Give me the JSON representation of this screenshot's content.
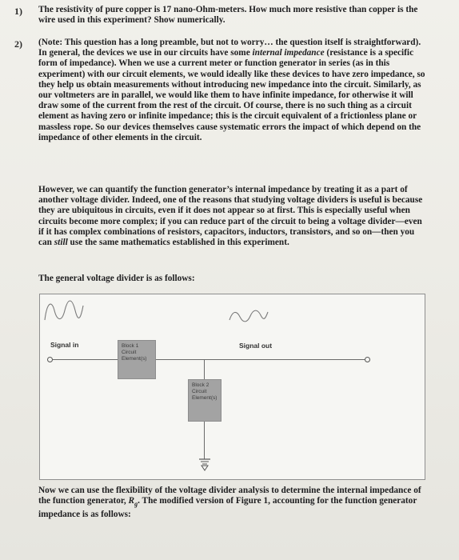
{
  "numbers": {
    "q1": "1)",
    "q2": "2)"
  },
  "q1": {
    "text": "The resistivity of pure copper is 17 nano-Ohm-meters. How much more resistive than copper is the wire used in this experiment? Show numerically."
  },
  "q2": {
    "p1_a": "(Note: This question has a long preamble, but not to worry… the question itself is straightforward). In general, the devices we use in our circuits have some ",
    "p1_em": "internal impedance",
    "p1_b": " (resistance is a specific form of impedance). When we use a current meter or function generator in series (as in this experiment) with our circuit elements, we would ideally like these devices to have zero impedance, so they help us obtain measurements without introducing new impedance into the circuit. Similarly, as our voltmeters are in parallel, we would like them to have infinite impedance, for otherwise it will draw some of the current from the rest of the circuit. Of course, there is no such thing as a circuit element as having zero or infinite impedance; this is the circuit equivalent of a frictionless plane or massless rope. So our devices themselves cause systematic errors the impact of which depend on the impedance of other elements in the circuit.",
    "p2_a": "However, we can quantify the function generator’s internal impedance by treating it as a part of another voltage divider. Indeed, one of the reasons that studying voltage dividers is useful is because they are ubiquitous in circuits, even if it does not appear so at first. This is especially useful when circuits become more complex; if you can reduce part of the circuit to being a voltage divider—even if it has complex combinations of resistors, capacitors, inductors, transistors, and so on—then you can ",
    "p2_em": "still",
    "p2_b": " use the same mathematics established in this experiment.",
    "p3": "The general voltage divider is as follows:",
    "p4_a": "Now we can use the flexibility of the voltage divider analysis to determine the internal impedance of the function generator, ",
    "p4_sym": "R",
    "p4_sub": "g",
    "p4_b": ". The modified version of Figure 1, accounting for the function generator impedance is as follows:"
  },
  "figure": {
    "signal_in": "Signal in",
    "signal_out": "Signal out",
    "block1": [
      "Block 1",
      "Circuit",
      "Element(s)"
    ],
    "block2": [
      "Block 2",
      "Circuit",
      "Element(s)"
    ]
  }
}
